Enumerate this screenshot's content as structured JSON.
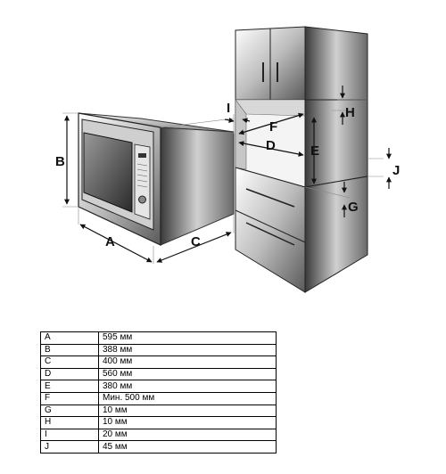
{
  "labels": {
    "A": "A",
    "B": "B",
    "C": "C",
    "D": "D",
    "E": "E",
    "F": "F",
    "G": "G",
    "H": "H",
    "I": "I",
    "J": "J"
  },
  "table": [
    {
      "key": "A",
      "value": "595 мм"
    },
    {
      "key": "B",
      "value": "388 мм"
    },
    {
      "key": "C",
      "value": "400 мм"
    },
    {
      "key": "D",
      "value": "560 мм"
    },
    {
      "key": "E",
      "value": "380 мм"
    },
    {
      "key": "F",
      "value": "Мин. 500 мм"
    },
    {
      "key": "G",
      "value": "10 мм"
    },
    {
      "key": "H",
      "value": "10 мм"
    },
    {
      "key": "I",
      "value": "20 мм"
    },
    {
      "key": "J",
      "value": "45 мм"
    }
  ]
}
